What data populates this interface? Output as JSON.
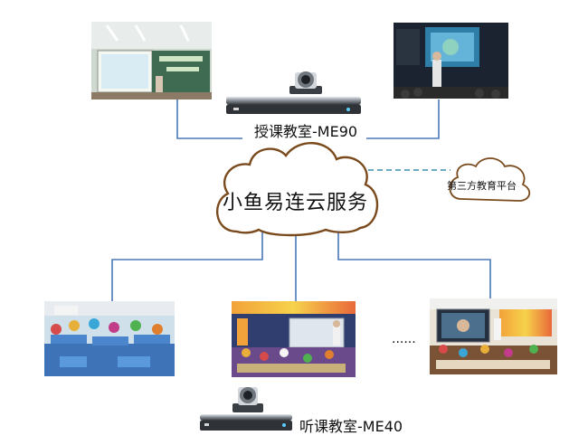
{
  "labels": {
    "teaching_room": "授课教室-ME90",
    "listening_room": "听课教室-ME40",
    "cloud_service": "小鱼易连云服务",
    "third_party": "第三方教育平台",
    "ellipsis": "......"
  },
  "colors": {
    "connector": "#4a78b8",
    "dashed_connector": "#3a8fb0",
    "cloud_outline": "#7a4a1c",
    "device_body": "#3a3f45",
    "device_top": "#c9ced4"
  },
  "icons": [
    "classroom-photo",
    "camera-icon",
    "terminal-device",
    "cloud-shape"
  ]
}
